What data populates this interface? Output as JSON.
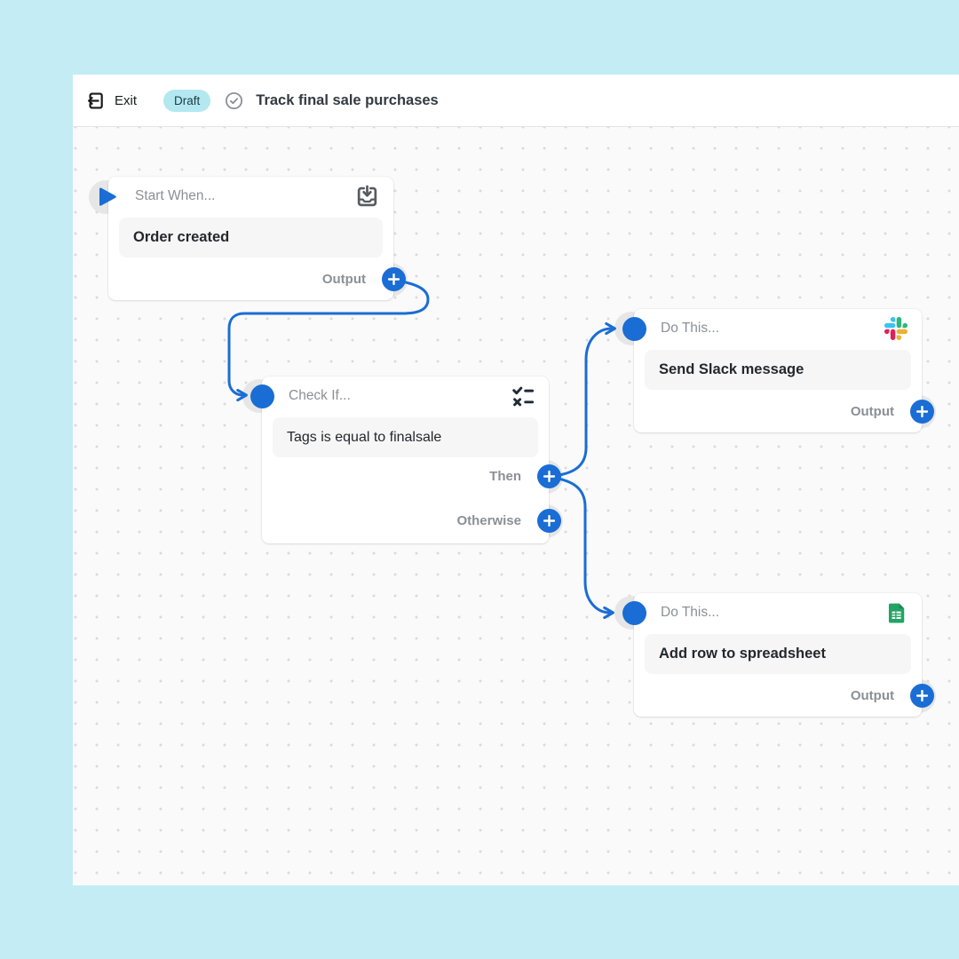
{
  "topbar": {
    "exit_label": "Exit",
    "status_badge": "Draft",
    "title": "Track final sale purchases"
  },
  "canvas": {
    "trigger": {
      "header": "Start When...",
      "value": "Order created",
      "output_label": "Output",
      "icon": "import-icon"
    },
    "condition": {
      "header": "Check If...",
      "value": "Tags is equal to finalsale",
      "then_label": "Then",
      "otherwise_label": "Otherwise",
      "icon": "checklist-icon"
    },
    "action_slack": {
      "header": "Do This...",
      "value": "Send Slack message",
      "output_label": "Output",
      "icon": "slack-icon"
    },
    "action_sheets": {
      "header": "Do This...",
      "value": "Add row to spreadsheet",
      "output_label": "Output",
      "icon": "google-sheets-icon"
    }
  },
  "colors": {
    "accent_blue": "#1a6dd4",
    "outer_background": "#c3ecf5",
    "canvas_background": "#fafafa",
    "badge_background": "#b3e8f0",
    "badge_text": "#1c3a40",
    "sheets_green": "#21a464",
    "slack_blue": "#36c5f0",
    "slack_green": "#2eb67d",
    "slack_red": "#e01e5a",
    "slack_yellow": "#ecb22e"
  }
}
